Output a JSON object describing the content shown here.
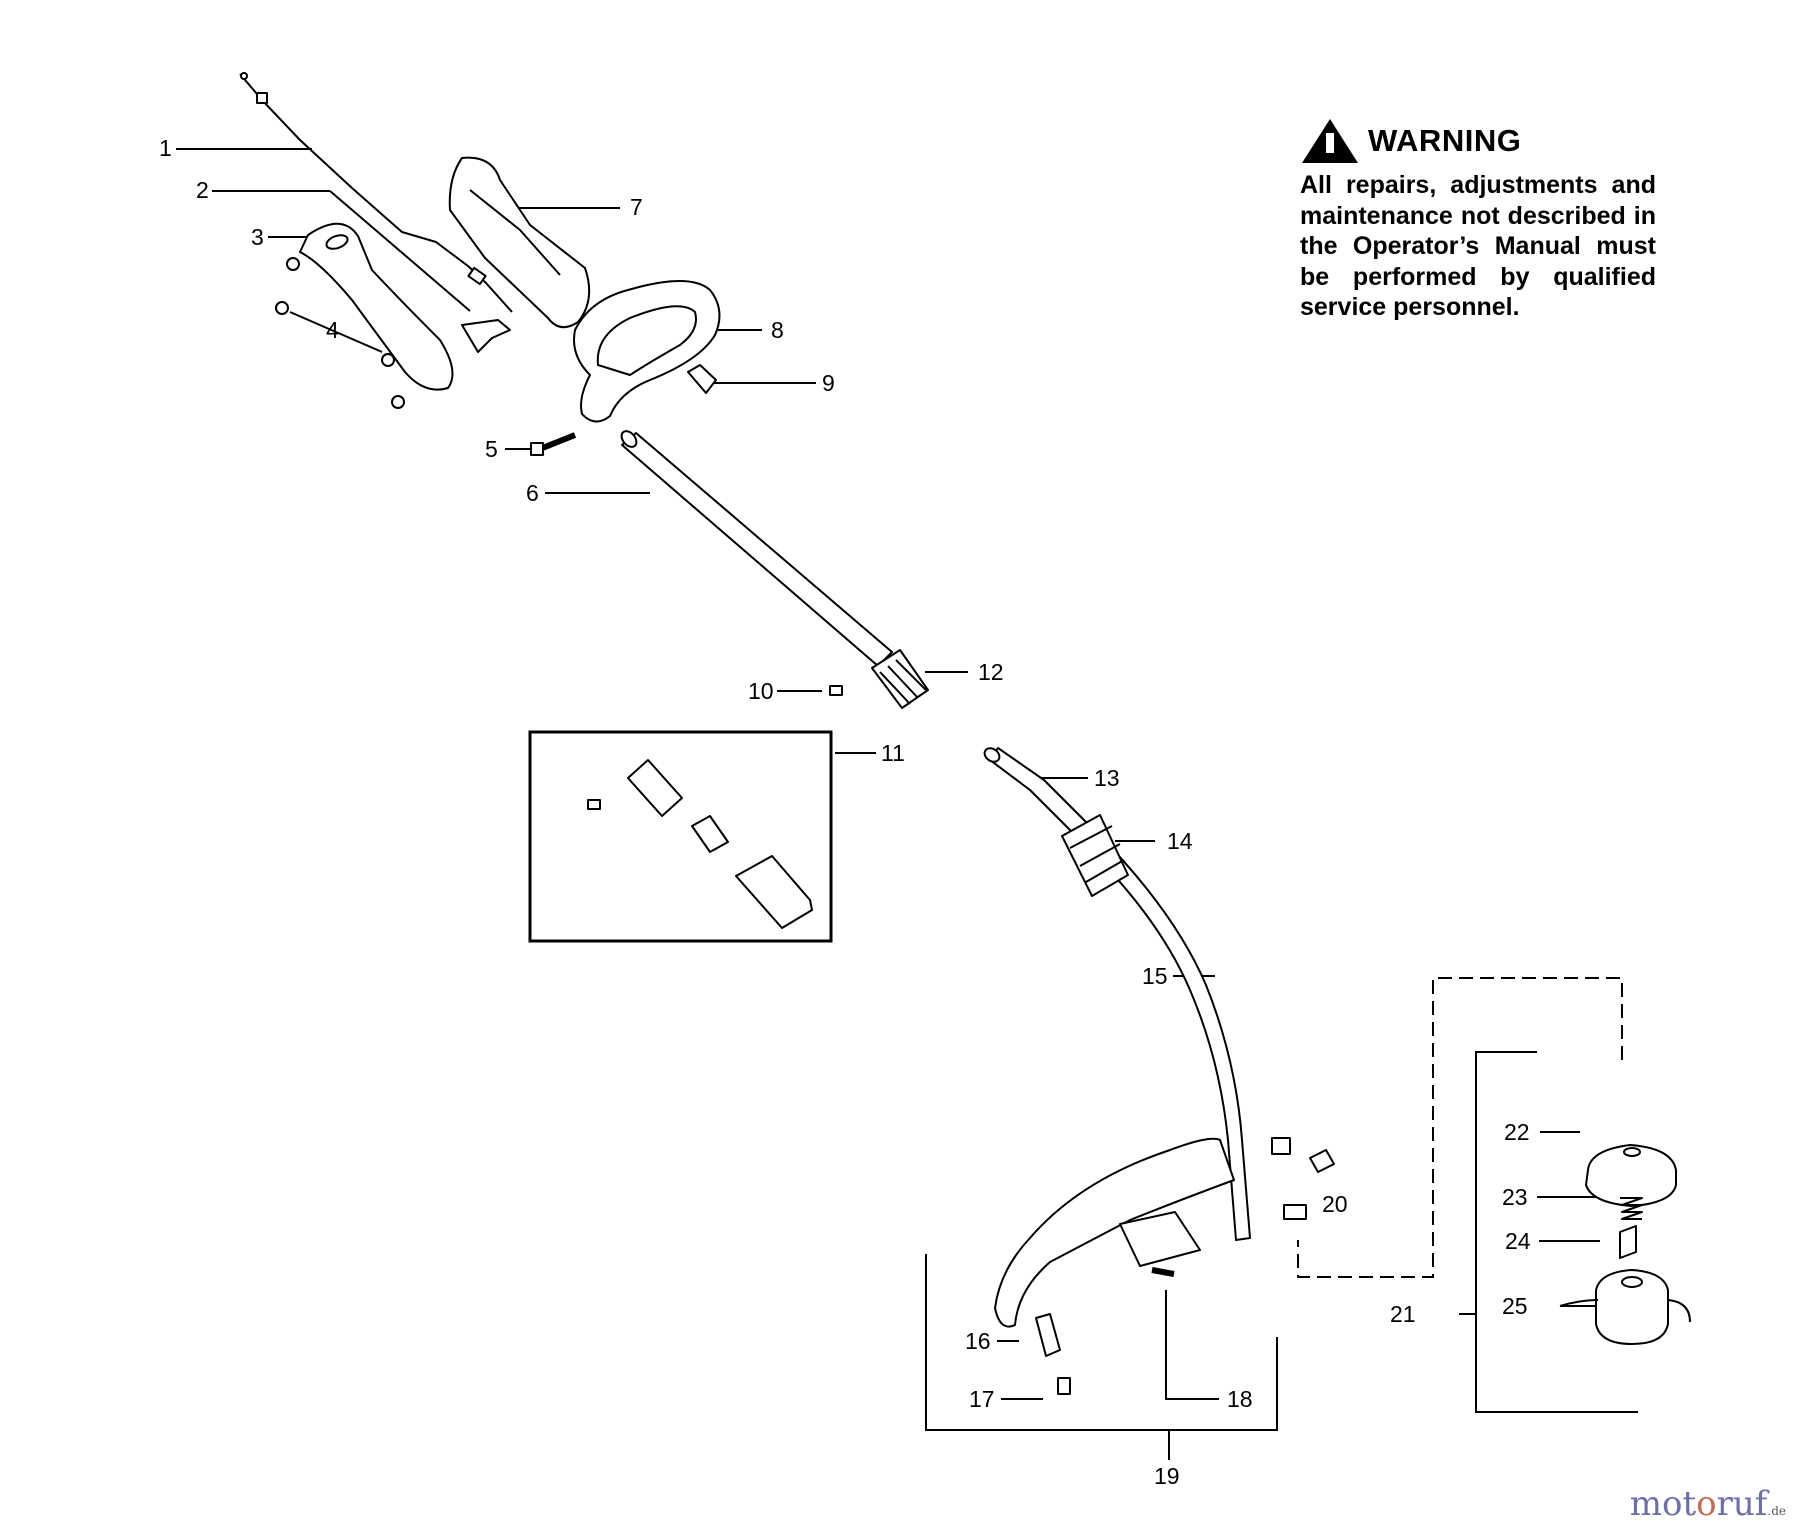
{
  "warning": {
    "title": "WARNING",
    "text": "All repairs, adjustments and maintenance not described in the Operator’s Manual must be performed by qualified service personnel."
  },
  "watermark": {
    "part1": "mot",
    "part2": "o",
    "part3": "ruf",
    "tld": ".de"
  },
  "part_labels": [
    "1",
    "2",
    "3",
    "4",
    "5",
    "6",
    "7",
    "8",
    "9",
    "10",
    "11",
    "12",
    "13",
    "14",
    "15",
    "16",
    "17",
    "18",
    "19",
    "20",
    "21",
    "22",
    "23",
    "24",
    "25"
  ]
}
